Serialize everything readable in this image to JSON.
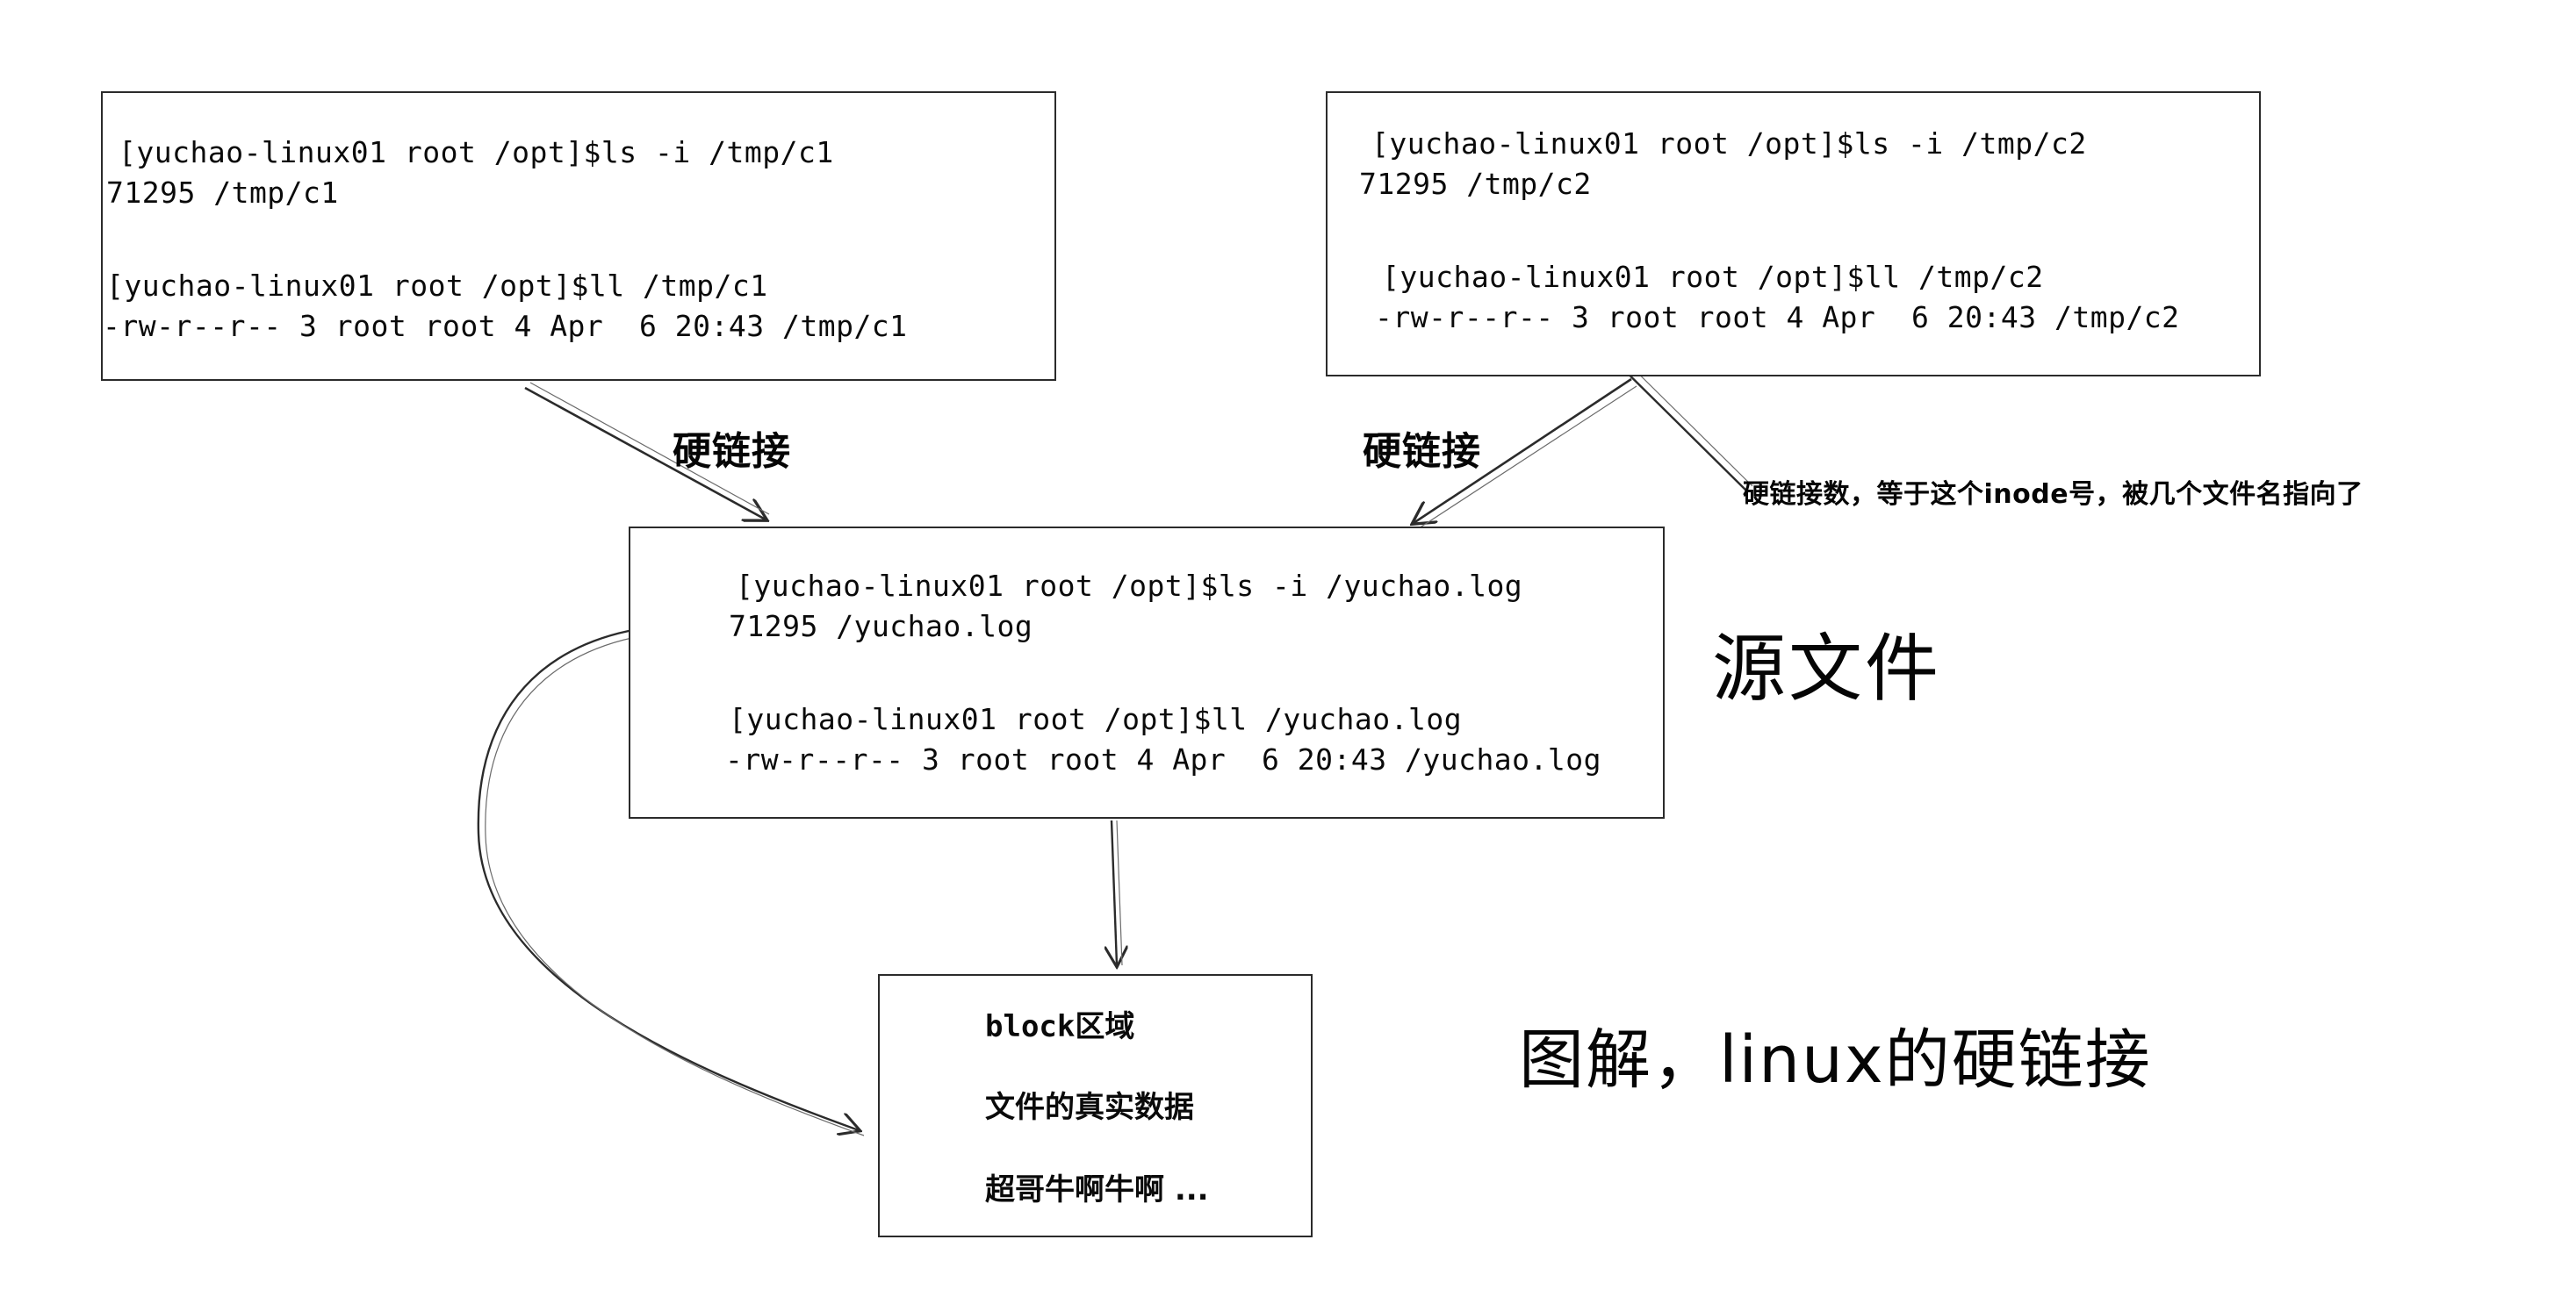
{
  "diagram": {
    "title": "图解，linux的硬链接",
    "source_label": "源文件",
    "link_label_left": "硬链接",
    "link_label_right": "硬链接",
    "inode_note": "硬链接数，等于这个inode号，被几个文件名指向了",
    "colors": {
      "ink": "#0a0a0a",
      "stroke": "#2b2b2b",
      "background": "#ffffff"
    },
    "boxes": {
      "hardlink_c1": {
        "name": "/tmp/c1",
        "lines": [
          "[yuchao-linux01 root /opt]$ls -i /tmp/c1",
          "71295 /tmp/c1",
          "",
          "[yuchao-linux01 root /opt]$ll /tmp/c1",
          "-rw-r--r-- 3 root root 4 Apr  6 20:43 /tmp/c1"
        ]
      },
      "hardlink_c2": {
        "name": "/tmp/c2",
        "lines": [
          "[yuchao-linux01 root /opt]$ls -i /tmp/c2",
          "71295 /tmp/c2",
          "",
          "[yuchao-linux01 root /opt]$ll /tmp/c2",
          "-rw-r--r-- 3 root root 4 Apr  6 20:43 /tmp/c2"
        ]
      },
      "source_file": {
        "name": "/yuchao.log",
        "lines": [
          "[yuchao-linux01 root /opt]$ls -i /yuchao.log",
          "71295 /yuchao.log",
          "",
          "[yuchao-linux01 root /opt]$ll /yuchao.log",
          "-rw-r--r-- 3 root root 4 Apr  6 20:43 /yuchao.log"
        ]
      },
      "block_area": {
        "heading": "block区域",
        "lines": [
          "文件的真实数据",
          "超哥牛啊牛啊 ..."
        ]
      }
    },
    "facts": {
      "inode_number": "71295",
      "link_count": "3",
      "permissions": "-rw-r--r--",
      "owner": "root",
      "group": "root",
      "size": "4",
      "mtime": "Apr  6 20:43"
    }
  }
}
